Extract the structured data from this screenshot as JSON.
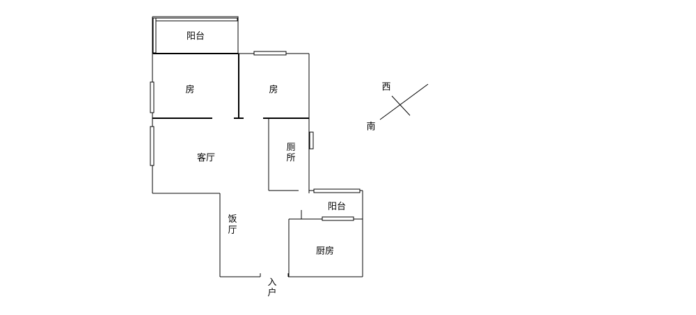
{
  "plan": {
    "rooms": {
      "balcony_top": "阳台",
      "bedroom_left": "房",
      "bedroom_right": "房",
      "living_room": "客厅",
      "toilet_line1": "厕",
      "toilet_line2": "所",
      "dining_line1": "饭",
      "dining_line2": "厅",
      "balcony_bottom": "阳台",
      "kitchen": "厨房",
      "entrance_line1": "入",
      "entrance_line2": "户"
    },
    "compass": {
      "west": "西",
      "south": "南"
    }
  },
  "colors": {
    "line": "#000000",
    "background": "#ffffff"
  }
}
